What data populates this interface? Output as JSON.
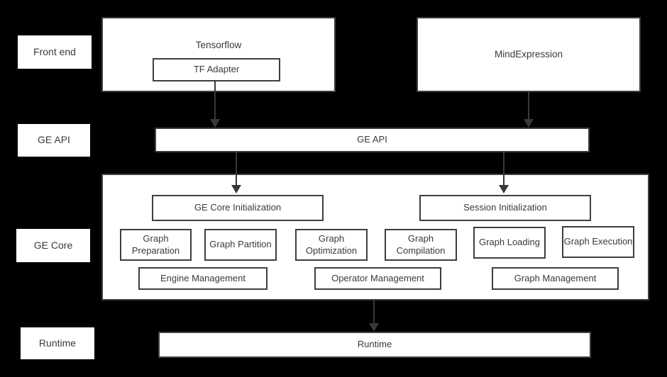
{
  "colors": {
    "background": "#000000",
    "box_fill": "#ffffff",
    "border": "#3e3e3e",
    "text": "#3a3a3a",
    "arrow": "#383838"
  },
  "row_labels": {
    "front_end": "Front end",
    "ge_api": "GE API",
    "ge_core": "GE Core",
    "runtime": "Runtime"
  },
  "front_end": {
    "tensorflow": "Tensorflow",
    "tf_adapter": "TF Adapter",
    "mindexpression": "MindExpression"
  },
  "ge_api_bar": "GE API",
  "ge_core": {
    "ge_core_initialization": "GE Core Initialization",
    "session_initialization": "Session Initialization",
    "pipeline": [
      "Graph Preparation",
      "Graph Partition",
      "Graph Optimization",
      "Graph Compilation",
      "Graph Loading",
      "Graph Execution"
    ],
    "management": [
      "Engine Management",
      "Operator Management",
      "Graph Management"
    ]
  },
  "runtime_bar": "Runtime"
}
